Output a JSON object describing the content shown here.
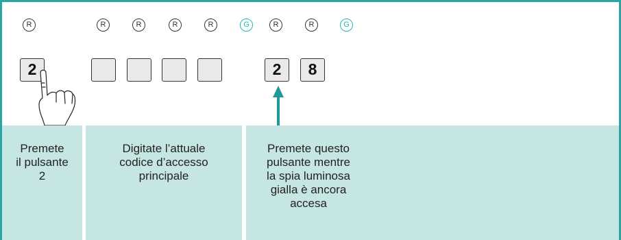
{
  "lamps": [
    {
      "letter": "R",
      "color": "red"
    },
    {
      "letter": "R",
      "color": "red"
    },
    {
      "letter": "R",
      "color": "red"
    },
    {
      "letter": "R",
      "color": "red"
    },
    {
      "letter": "R",
      "color": "red"
    },
    {
      "letter": "G",
      "color": "green"
    },
    {
      "letter": "R",
      "color": "red"
    },
    {
      "letter": "R",
      "color": "red"
    },
    {
      "letter": "G",
      "color": "green"
    }
  ],
  "keys": {
    "first": "2",
    "code_blank_count_label": "",
    "confirm": [
      "2",
      "8"
    ]
  },
  "steps": [
    {
      "text": "Premete\nil pulsante\n2"
    },
    {
      "text": "Digitate l’attuale\ncodice d’accesso\nprincipale"
    },
    {
      "text": "Premete questo\npulsante mentre\nla spia luminosa\ngialla è ancora\naccesa"
    }
  ],
  "colors": {
    "border": "#2aa5a5",
    "panel": "#c6e6e3",
    "green_lamp": "#27b6b0",
    "arrow": "#1e9b98"
  }
}
